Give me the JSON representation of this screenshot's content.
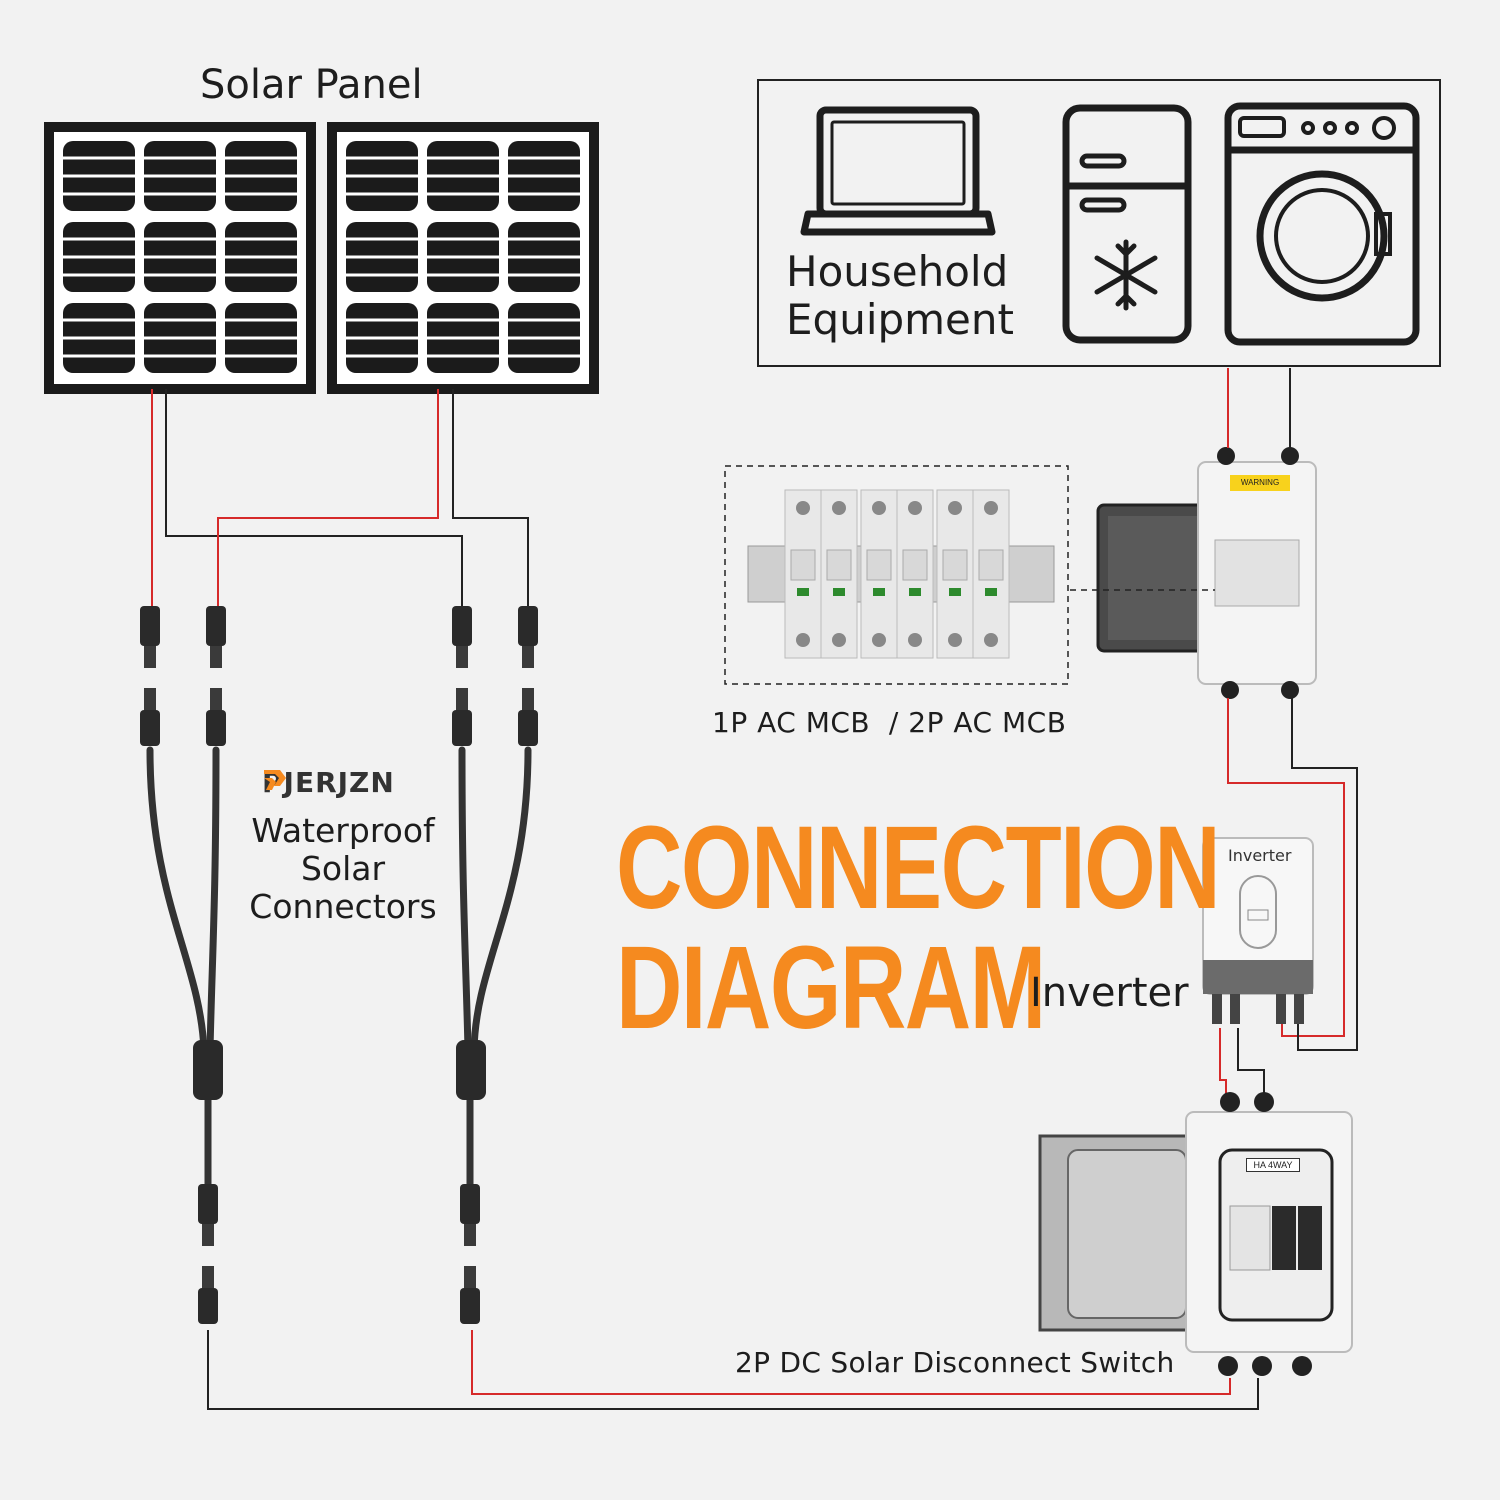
{
  "labels": {
    "solar_panel": "Solar Panel",
    "household": "Household Equipment",
    "mcb": "1P AC MCB  / 2P AC MCB",
    "brand": "PJERJZN",
    "connectors": "Waterproof Solar Connectors",
    "headline": "CONNECTION DIAGRAM",
    "inverter": "Inverter",
    "inverter_device_text": "Inverter",
    "disconnect": "2P DC Solar Disconnect Switch",
    "warning": "WARNING",
    "ha_tag": "HA 4WAY"
  },
  "colors": {
    "orange": "#f58a1f",
    "wire_red": "#d62a2a",
    "wire_black": "#222222",
    "panel": "#1b1b1b",
    "background": "#f2f2f2"
  },
  "icons": [
    "laptop-icon",
    "refrigerator-icon",
    "snowflake-icon",
    "washing-machine-icon",
    "brand-logo-icon"
  ]
}
